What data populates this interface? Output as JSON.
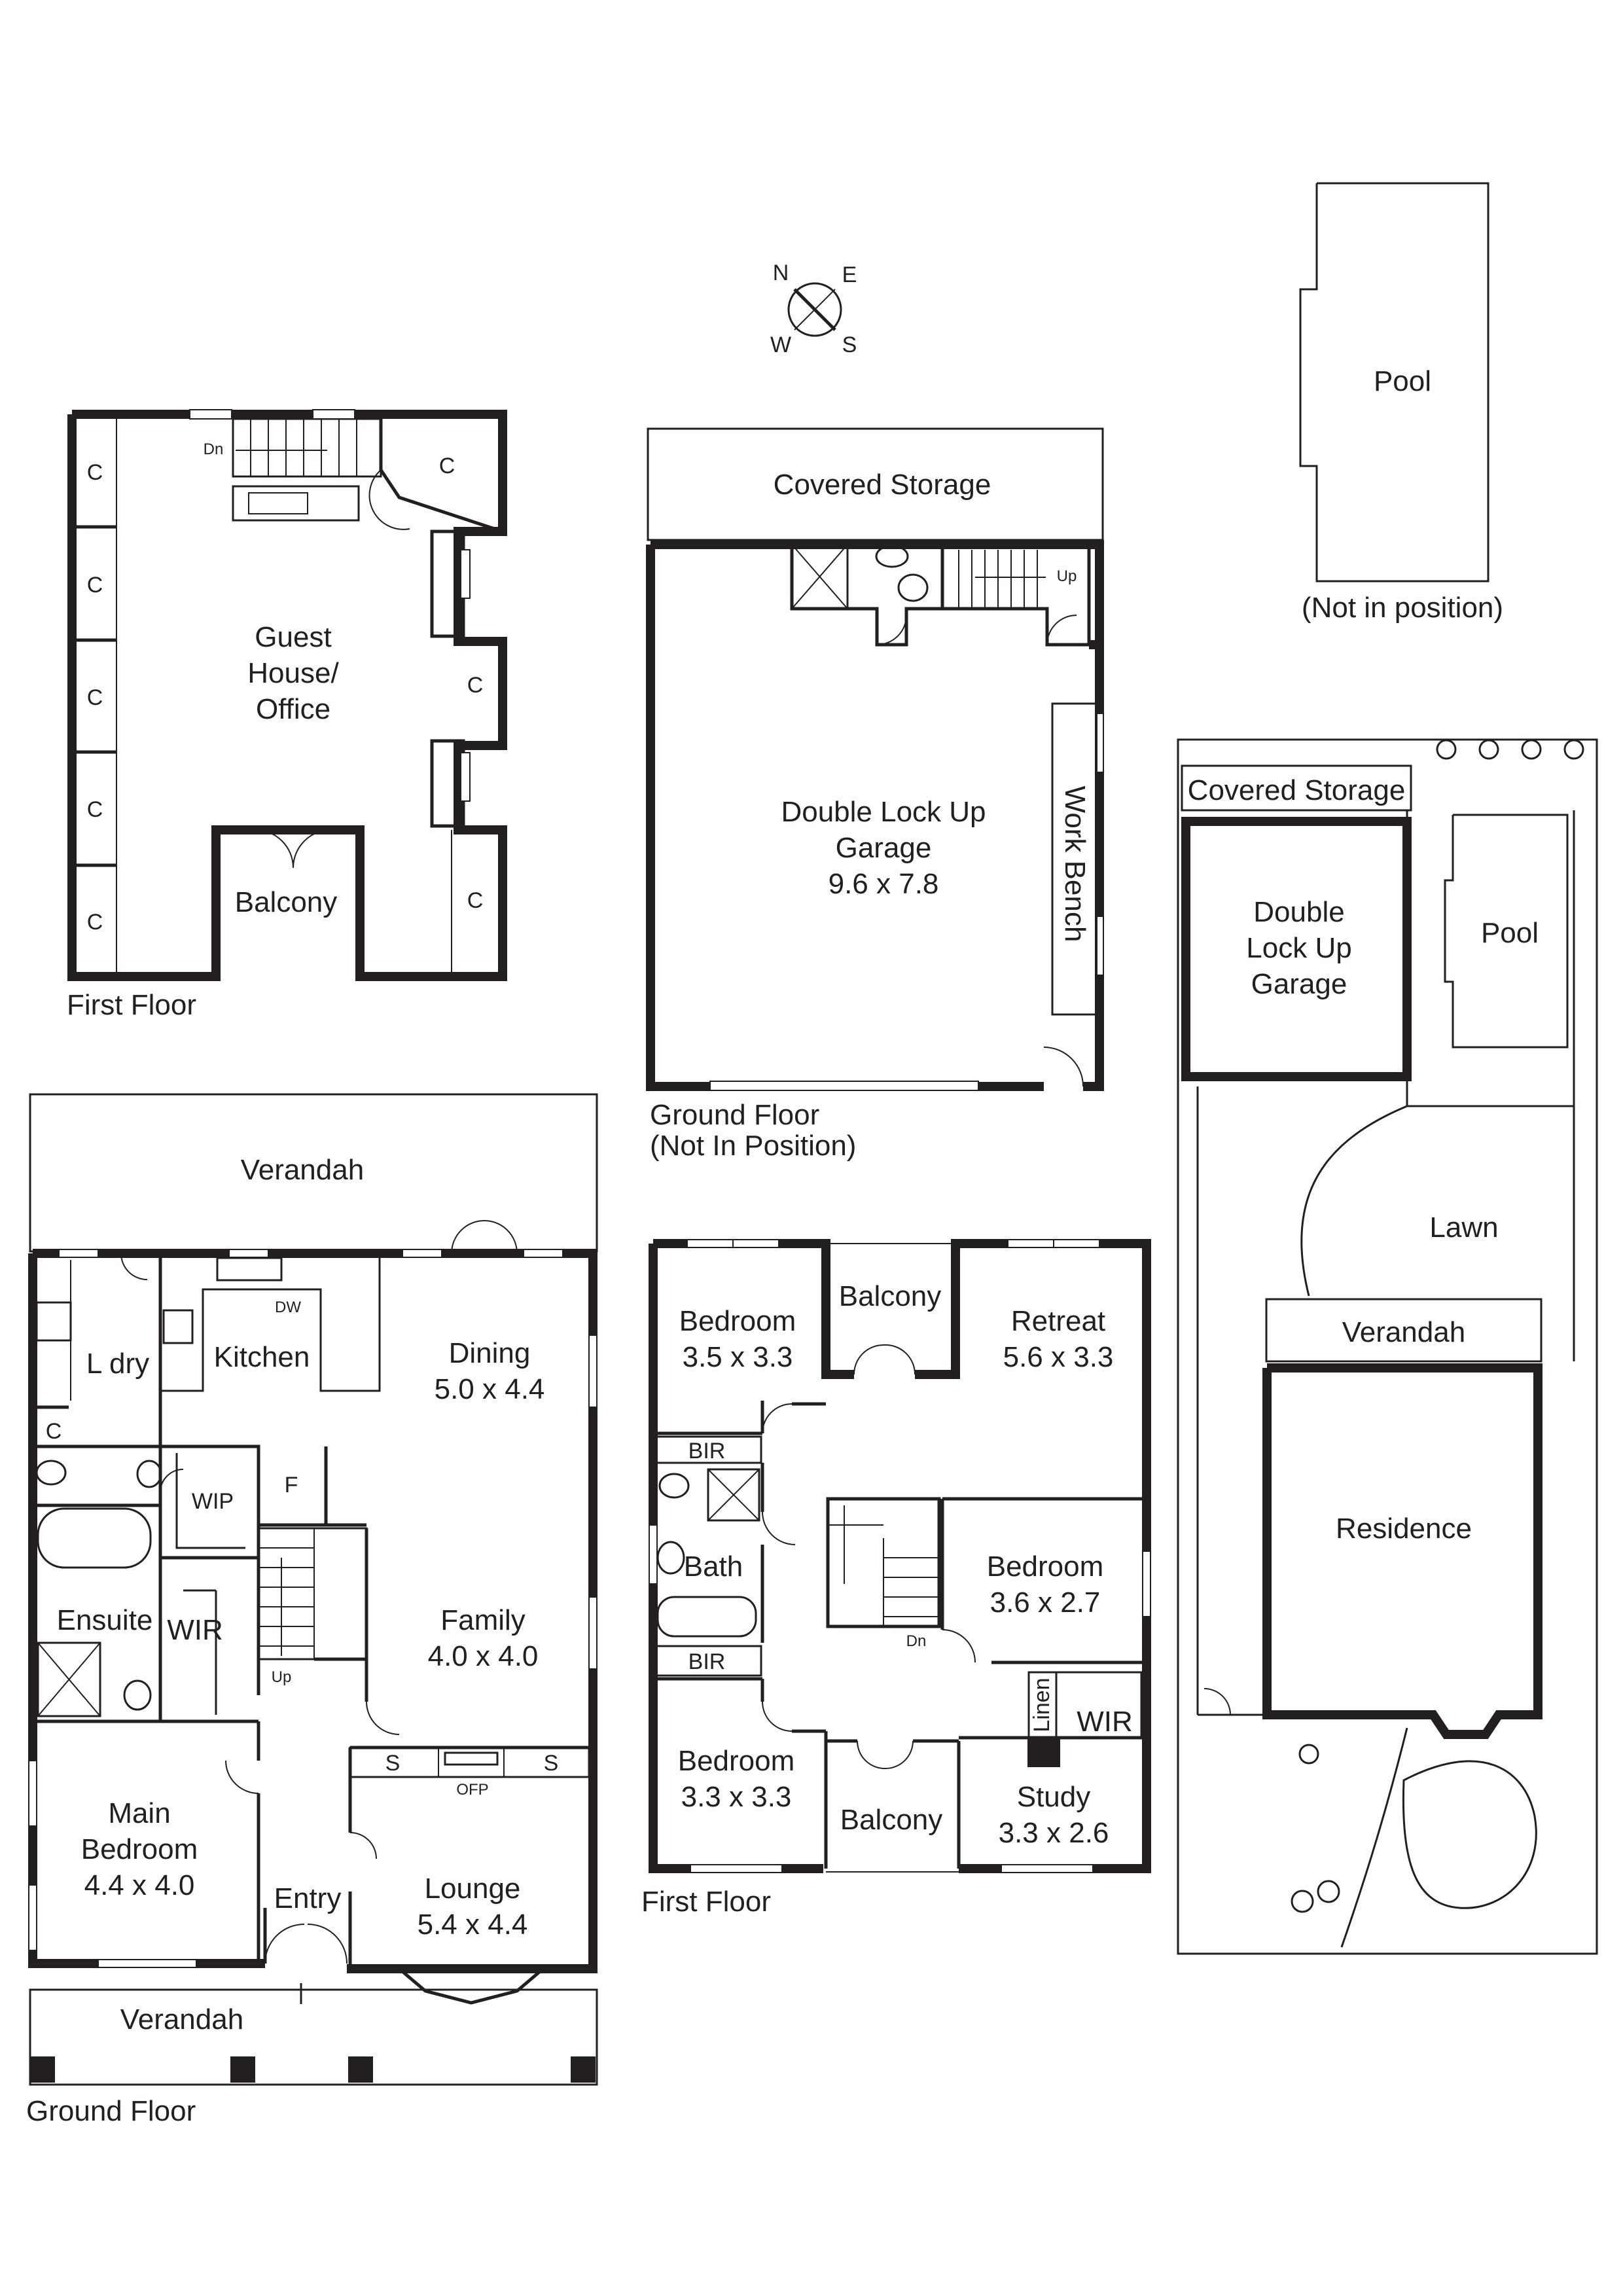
{
  "compass": {
    "n": "N",
    "e": "E",
    "w": "W",
    "s": "S"
  },
  "guest_house": {
    "caption": "First Floor",
    "room_lines": [
      "Guest",
      "House/",
      "Office"
    ],
    "balcony": "Balcony",
    "cupboard": "C",
    "stair_dn": "Dn"
  },
  "garage_block": {
    "caption_lines": [
      "Ground Floor",
      "(Not In Position)"
    ],
    "covered_storage": "Covered Storage",
    "garage_lines": [
      "Double Lock Up",
      "Garage",
      "9.6 x 7.8"
    ],
    "work_bench": "Work Bench",
    "stair_up": "Up"
  },
  "pool_top": {
    "label": "Pool",
    "note": "(Not in position)"
  },
  "site_plan": {
    "covered_storage": "Covered Storage",
    "garage_lines": [
      "Double",
      "Lock Up",
      "Garage"
    ],
    "pool": "Pool",
    "lawn": "Lawn",
    "verandah": "Verandah",
    "residence": "Residence"
  },
  "ground_floor": {
    "caption": "Ground Floor",
    "verandah_top": "Verandah",
    "verandah_bottom": "Verandah",
    "laundry": "L dry",
    "kitchen": "Kitchen",
    "dw": "DW",
    "dining_lines": [
      "Dining",
      "5.0 x 4.4"
    ],
    "cupboard": "C",
    "wip": "WIP",
    "fridge": "F",
    "ensuite": "Ensuite",
    "wir": "WIR",
    "family_lines": [
      "Family",
      "4.0 x 4.0"
    ],
    "stair_up": "Up",
    "shelf": "S",
    "ofp": "OFP",
    "main_bedroom_lines": [
      "Main",
      "Bedroom",
      "4.4 x 4.0"
    ],
    "entry": "Entry",
    "lounge_lines": [
      "Lounge",
      "5.4 x 4.4"
    ]
  },
  "first_floor": {
    "caption": "First Floor",
    "bedroom1_lines": [
      "Bedroom",
      "3.5 x 3.3"
    ],
    "balcony_top": "Balcony",
    "retreat_lines": [
      "Retreat",
      "5.6 x 3.3"
    ],
    "bir_top": "BIR",
    "bath": "Bath",
    "bir_bottom": "BIR",
    "bedroom2_lines": [
      "Bedroom",
      "3.6 x 2.7"
    ],
    "stair_dn": "Dn",
    "linen": "Linen",
    "wir": "WIR",
    "bedroom3_lines": [
      "Bedroom",
      "3.3 x 3.3"
    ],
    "balcony_bottom": "Balcony",
    "study_lines": [
      "Study",
      "3.3 x 2.6"
    ]
  }
}
